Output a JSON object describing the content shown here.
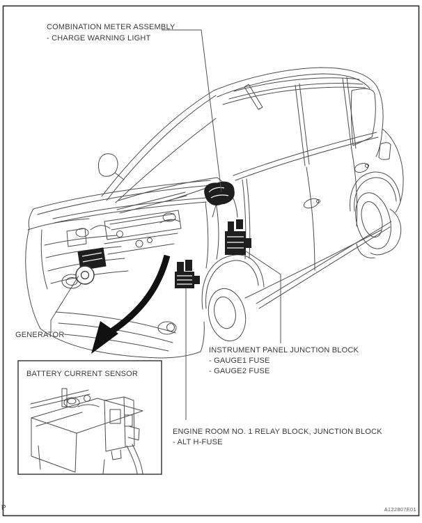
{
  "figure": {
    "id_code": "A122807E01",
    "page_letter": "P"
  },
  "callouts": {
    "combination_meter": {
      "line1": "COMBINATION METER ASSEMBLY",
      "line2": "- CHARGE WARNING LIGHT"
    },
    "generator": {
      "line1": "GENERATOR"
    },
    "instrument_panel_junction_block": {
      "line1": "INSTRUMENT PANEL JUNCTION BLOCK",
      "line2": "- GAUGE1 FUSE",
      "line3": "- GAUGE2 FUSE"
    },
    "battery_current_sensor": {
      "line1": "BATTERY CURRENT SENSOR"
    },
    "engine_room_relay_block": {
      "line1": "ENGINE ROOM NO. 1 RELAY BLOCK, JUNCTION BLOCK",
      "line2": "- ALT H-FUSE"
    }
  },
  "colors": {
    "line_art": "#4a4a4a",
    "text": "#383838",
    "component_fill": "#1e1e1e",
    "page_border": "#2e2e2e"
  }
}
